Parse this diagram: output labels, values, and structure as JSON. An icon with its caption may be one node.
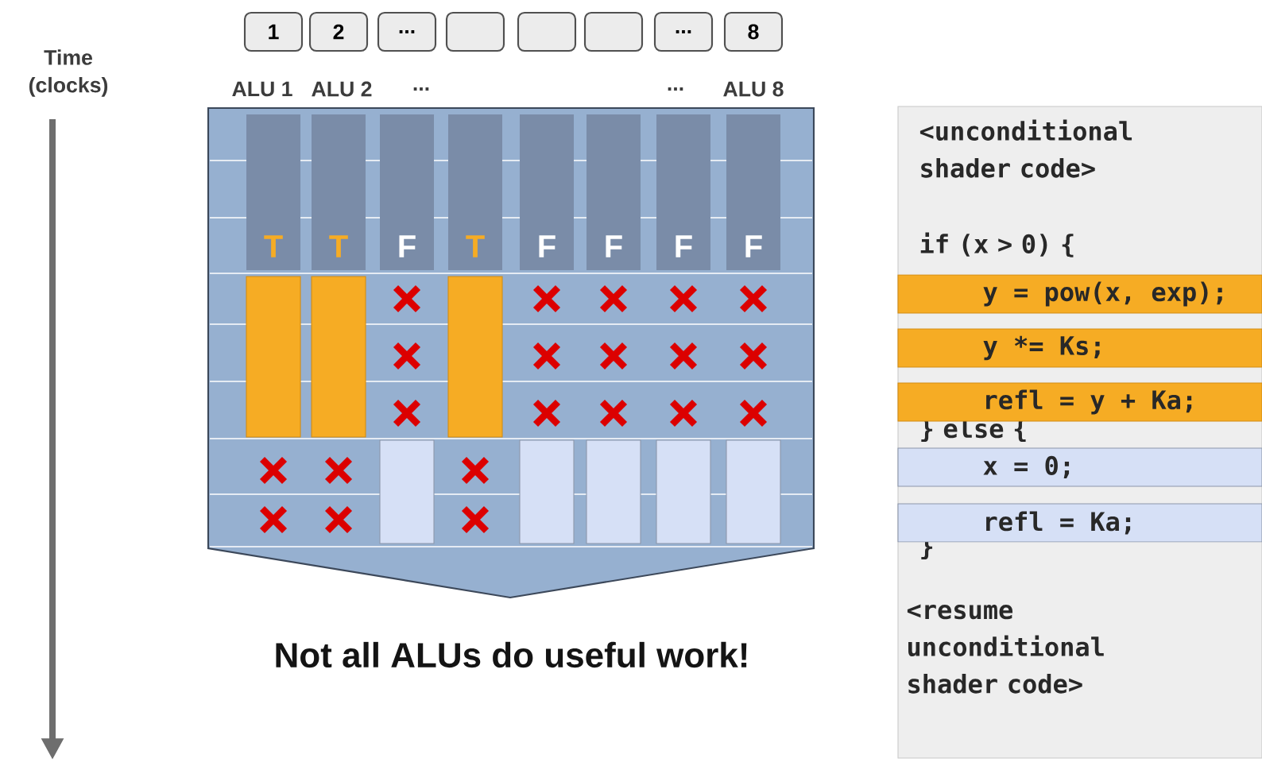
{
  "diagram": {
    "caption": "Not all ALUs do useful work!",
    "nodes": [
      {
        "text": [
          "1"
        ]
      },
      {
        "text": [
          "2"
        ]
      },
      {
        "text": [
          "..."
        ]
      },
      {
        "text": [],
        "shape": "box"
      },
      {
        "text": [],
        "shape": "box"
      },
      {
        "text": [],
        "shape": "box"
      },
      {
        "text": [
          "..."
        ]
      },
      {
        "text": [
          "8"
        ]
      },
      {
        "text": [
          "<unconditional shader code>",
          "if (x > 0) {",
          "} else {",
          "}",
          "<resume unconditional shader code>"
        ]
      },
      {
        "text": [
          "y = pow(x, exp);"
        ],
        "in": 8
      },
      {
        "text": [
          "y *= Ks;"
        ],
        "in": 8
      },
      {
        "text": [
          "refl = y + Ka;"
        ],
        "in": 8
      },
      {
        "text": [
          "x = 0;"
        ],
        "in": 8
      },
      {
        "text": [
          "refl = Ka;"
        ],
        "in": 8
      }
    ],
    "labels": [
      "Time (clocks)",
      "ALU 1",
      "ALU 2",
      "...",
      "...",
      "ALU 8",
      "T",
      "T",
      "F",
      "T",
      "F",
      "F",
      "F",
      "F"
    ]
  }
}
